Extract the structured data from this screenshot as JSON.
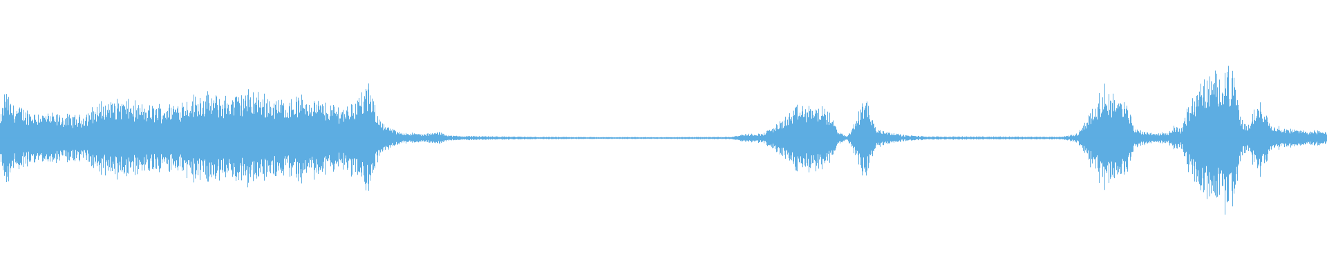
{
  "waveform": {
    "color": "#5dade2",
    "background": "#ffffff",
    "envelope": [
      [
        0.0,
        0.12
      ],
      [
        0.004,
        0.32
      ],
      [
        0.008,
        0.22
      ],
      [
        0.02,
        0.18
      ],
      [
        0.04,
        0.15
      ],
      [
        0.06,
        0.14
      ],
      [
        0.075,
        0.22
      ],
      [
        0.09,
        0.25
      ],
      [
        0.11,
        0.2
      ],
      [
        0.13,
        0.22
      ],
      [
        0.15,
        0.28
      ],
      [
        0.17,
        0.26
      ],
      [
        0.19,
        0.3
      ],
      [
        0.21,
        0.24
      ],
      [
        0.23,
        0.27
      ],
      [
        0.245,
        0.22
      ],
      [
        0.26,
        0.2
      ],
      [
        0.272,
        0.28
      ],
      [
        0.278,
        0.34
      ],
      [
        0.282,
        0.2
      ],
      [
        0.29,
        0.08
      ],
      [
        0.3,
        0.04
      ],
      [
        0.32,
        0.025
      ],
      [
        0.33,
        0.04
      ],
      [
        0.34,
        0.015
      ],
      [
        0.4,
        0.008
      ],
      [
        0.45,
        0.006
      ],
      [
        0.5,
        0.006
      ],
      [
        0.55,
        0.008
      ],
      [
        0.56,
        0.025
      ],
      [
        0.575,
        0.03
      ],
      [
        0.59,
        0.12
      ],
      [
        0.6,
        0.2
      ],
      [
        0.615,
        0.21
      ],
      [
        0.625,
        0.16
      ],
      [
        0.632,
        0.04
      ],
      [
        0.638,
        0.01
      ],
      [
        0.645,
        0.12
      ],
      [
        0.652,
        0.3
      ],
      [
        0.655,
        0.18
      ],
      [
        0.66,
        0.06
      ],
      [
        0.67,
        0.04
      ],
      [
        0.68,
        0.02
      ],
      [
        0.7,
        0.01
      ],
      [
        0.75,
        0.01
      ],
      [
        0.8,
        0.008
      ],
      [
        0.812,
        0.03
      ],
      [
        0.818,
        0.12
      ],
      [
        0.825,
        0.22
      ],
      [
        0.832,
        0.32
      ],
      [
        0.84,
        0.28
      ],
      [
        0.85,
        0.2
      ],
      [
        0.855,
        0.06
      ],
      [
        0.87,
        0.03
      ],
      [
        0.88,
        0.035
      ],
      [
        0.885,
        0.08
      ],
      [
        0.89,
        0.06
      ],
      [
        0.895,
        0.2
      ],
      [
        0.9,
        0.28
      ],
      [
        0.905,
        0.36
      ],
      [
        0.915,
        0.4
      ],
      [
        0.925,
        0.46
      ],
      [
        0.93,
        0.38
      ],
      [
        0.935,
        0.12
      ],
      [
        0.94,
        0.08
      ],
      [
        0.945,
        0.18
      ],
      [
        0.95,
        0.24
      ],
      [
        0.955,
        0.14
      ],
      [
        0.96,
        0.08
      ],
      [
        0.97,
        0.06
      ],
      [
        0.98,
        0.05
      ],
      [
        1.0,
        0.045
      ]
    ]
  }
}
